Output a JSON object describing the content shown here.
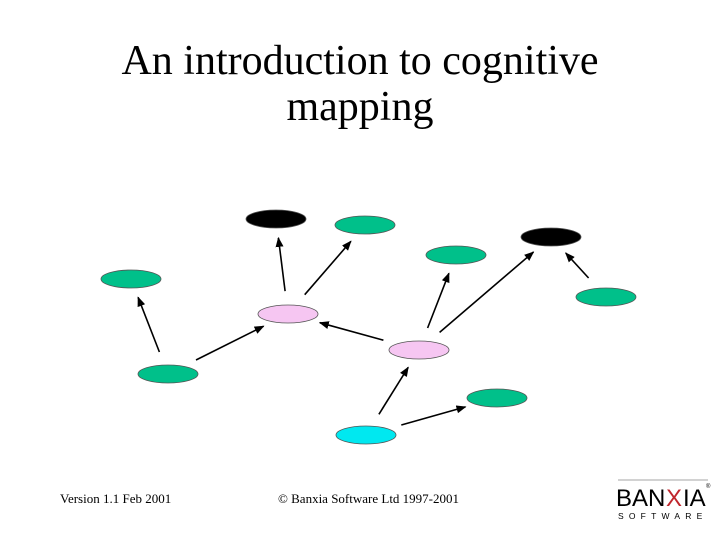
{
  "slide": {
    "title_line1": "An introduction to cognitive",
    "title_line2": "mapping"
  },
  "footer": {
    "version": "Version 1.1 Feb 2001",
    "copyright": "© Banxia Software Ltd 1997-2001"
  },
  "logo": {
    "wordmark": "BANXIA",
    "subtext": "SOFTWARE",
    "registered_mark": "®"
  },
  "colors": {
    "node_green": "#00c08a",
    "node_black": "#000000",
    "node_pink": "#f6c6f2",
    "node_cyan": "#00e8f0",
    "arrow": "#000000",
    "logo_accent": "#c0262c"
  },
  "diagram": {
    "nodes": [
      {
        "id": "n1",
        "color": "black"
      },
      {
        "id": "n2",
        "color": "green"
      },
      {
        "id": "n3",
        "color": "green"
      },
      {
        "id": "n4",
        "color": "black"
      },
      {
        "id": "n5",
        "color": "green"
      },
      {
        "id": "n6",
        "color": "green"
      },
      {
        "id": "n7",
        "color": "pink"
      },
      {
        "id": "n8",
        "color": "pink"
      },
      {
        "id": "n9",
        "color": "green"
      },
      {
        "id": "n10",
        "color": "green"
      },
      {
        "id": "n11",
        "color": "cyan"
      }
    ],
    "links": [
      {
        "from": "n9",
        "to": "n5"
      },
      {
        "from": "n9",
        "to": "n7"
      },
      {
        "from": "n7",
        "to": "n1"
      },
      {
        "from": "n7",
        "to": "n2"
      },
      {
        "from": "n8",
        "to": "n7"
      },
      {
        "from": "n8",
        "to": "n3"
      },
      {
        "from": "n8",
        "to": "n4"
      },
      {
        "from": "n6",
        "to": "n4"
      },
      {
        "from": "n11",
        "to": "n8"
      },
      {
        "from": "n11",
        "to": "n10"
      }
    ]
  }
}
